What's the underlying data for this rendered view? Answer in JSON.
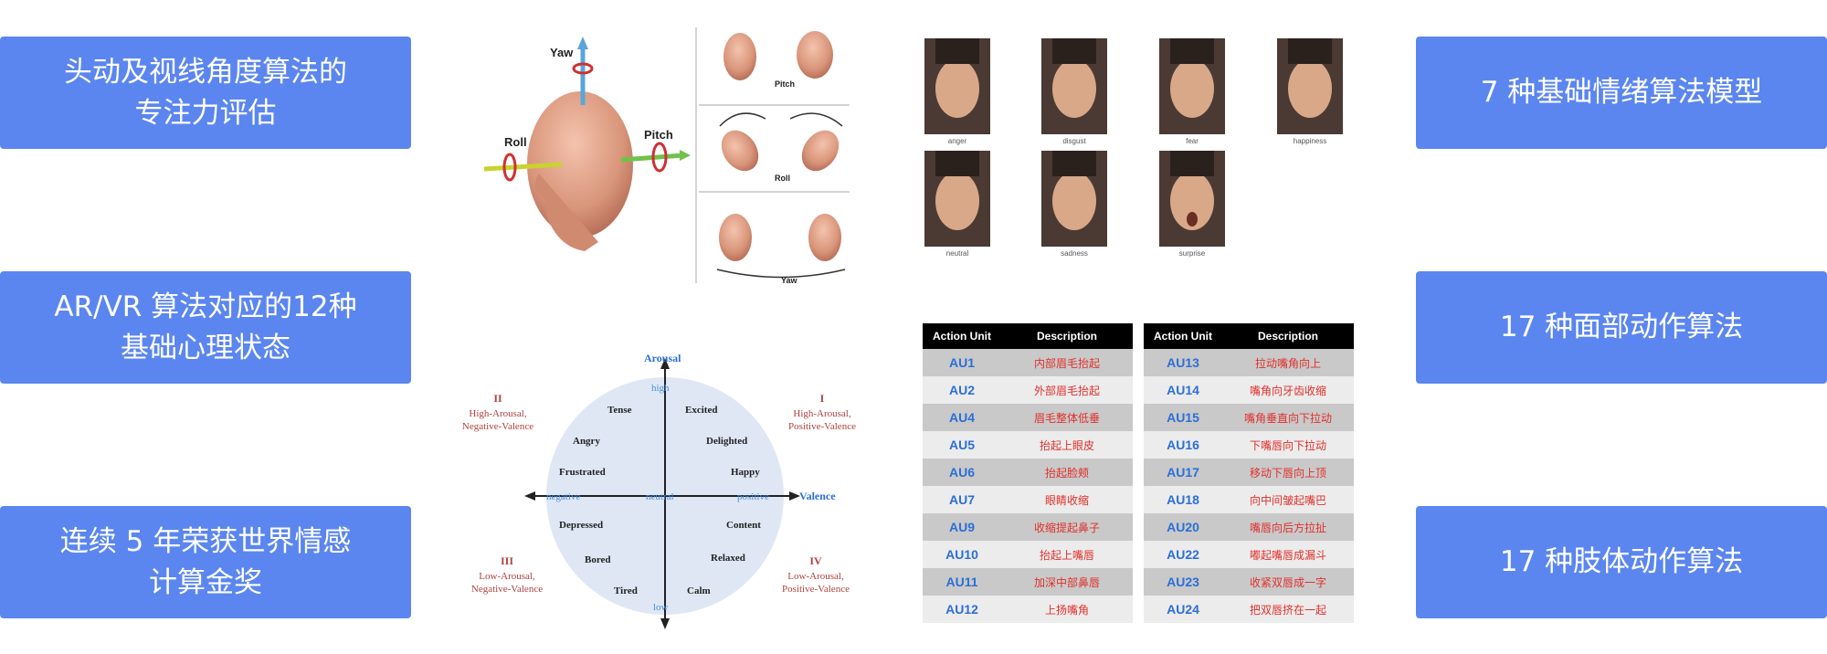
{
  "tiles": {
    "left": [
      {
        "lines": [
          "头动及视线角度算法的",
          "专注力评估"
        ]
      },
      {
        "lines": [
          "AR/VR 算法对应的12种",
          "基础心理状态"
        ]
      },
      {
        "lines": [
          "连续 5 年荣获世界情感",
          "计算金奖"
        ]
      }
    ],
    "right": [
      {
        "lines": [
          "7 种基础情绪算法模型"
        ]
      },
      {
        "lines": [
          "17 种面部动作算法"
        ]
      },
      {
        "lines": [
          "17 种肢体动作算法"
        ]
      }
    ]
  },
  "head_pose": {
    "axes": [
      "Yaw",
      "Roll",
      "Pitch"
    ],
    "panel_labels": [
      "Pitch",
      "Roll",
      "Yaw"
    ]
  },
  "emotions": [
    "anger",
    "disgust",
    "fear",
    "happiness",
    "neutral",
    "sadness",
    "surprise"
  ],
  "circumplex": {
    "axis_y": "Arousal",
    "axis_x": "Valence",
    "high": "high",
    "low": "low",
    "negative": "negative",
    "neutral": "neutral",
    "positive": "positive",
    "quadrants": [
      {
        "num": "II",
        "line1": "High-Arousal,",
        "line2": "Negative-Valence"
      },
      {
        "num": "I",
        "line1": "High-Arousal,",
        "line2": "Positive-Valence"
      },
      {
        "num": "III",
        "line1": "Low-Arousal,",
        "line2": "Negative-Valence"
      },
      {
        "num": "IV",
        "line1": "Low-Arousal,",
        "line2": "Positive-Valence"
      }
    ],
    "states": [
      "Tense",
      "Excited",
      "Angry",
      "Delighted",
      "Frustrated",
      "Happy",
      "Depressed",
      "Content",
      "Bored",
      "Relaxed",
      "Tired",
      "Calm"
    ]
  },
  "au_tables": [
    {
      "headers": [
        "Action Unit",
        "Description"
      ],
      "rows": [
        [
          "AU1",
          "内部眉毛抬起"
        ],
        [
          "AU2",
          "外部眉毛抬起"
        ],
        [
          "AU4",
          "眉毛整体低垂"
        ],
        [
          "AU5",
          "抬起上眼皮"
        ],
        [
          "AU6",
          "抬起脸颊"
        ],
        [
          "AU7",
          "眼睛收缩"
        ],
        [
          "AU9",
          "收缩提起鼻子"
        ],
        [
          "AU10",
          "抬起上嘴唇"
        ],
        [
          "AU11",
          "加深中部鼻唇"
        ],
        [
          "AU12",
          "上扬嘴角"
        ]
      ]
    },
    {
      "headers": [
        "Action Unit",
        "Description"
      ],
      "rows": [
        [
          "AU13",
          "拉动嘴角向上"
        ],
        [
          "AU14",
          "嘴角向牙齿收缩"
        ],
        [
          "AU15",
          "嘴角垂直向下拉动"
        ],
        [
          "AU16",
          "下嘴唇向下拉动"
        ],
        [
          "AU17",
          "移动下唇向上顶"
        ],
        [
          "AU18",
          "向中间皱起嘴巴"
        ],
        [
          "AU20",
          "嘴唇向后方拉扯"
        ],
        [
          "AU22",
          "嘟起嘴唇成漏斗"
        ],
        [
          "AU23",
          "收紧双唇成一字"
        ],
        [
          "AU24",
          "把双唇挤在一起"
        ]
      ]
    }
  ],
  "colors": {
    "tile": "#5b86ef",
    "au_code": "#2b6fd6",
    "au_desc": "#e0302b",
    "quadrant": "#b0413e"
  }
}
